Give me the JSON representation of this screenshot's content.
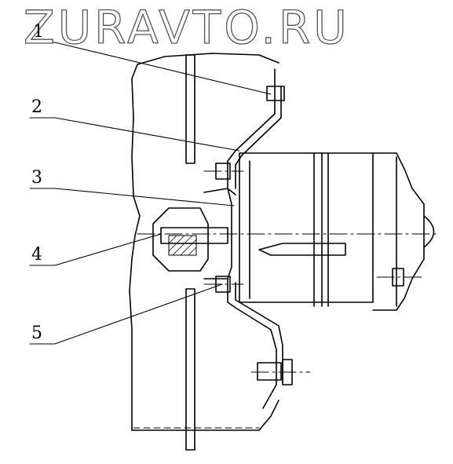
{
  "watermark": "ZURAVTO.RU",
  "callouts": [
    "1",
    "2",
    "3",
    "4",
    "5"
  ]
}
